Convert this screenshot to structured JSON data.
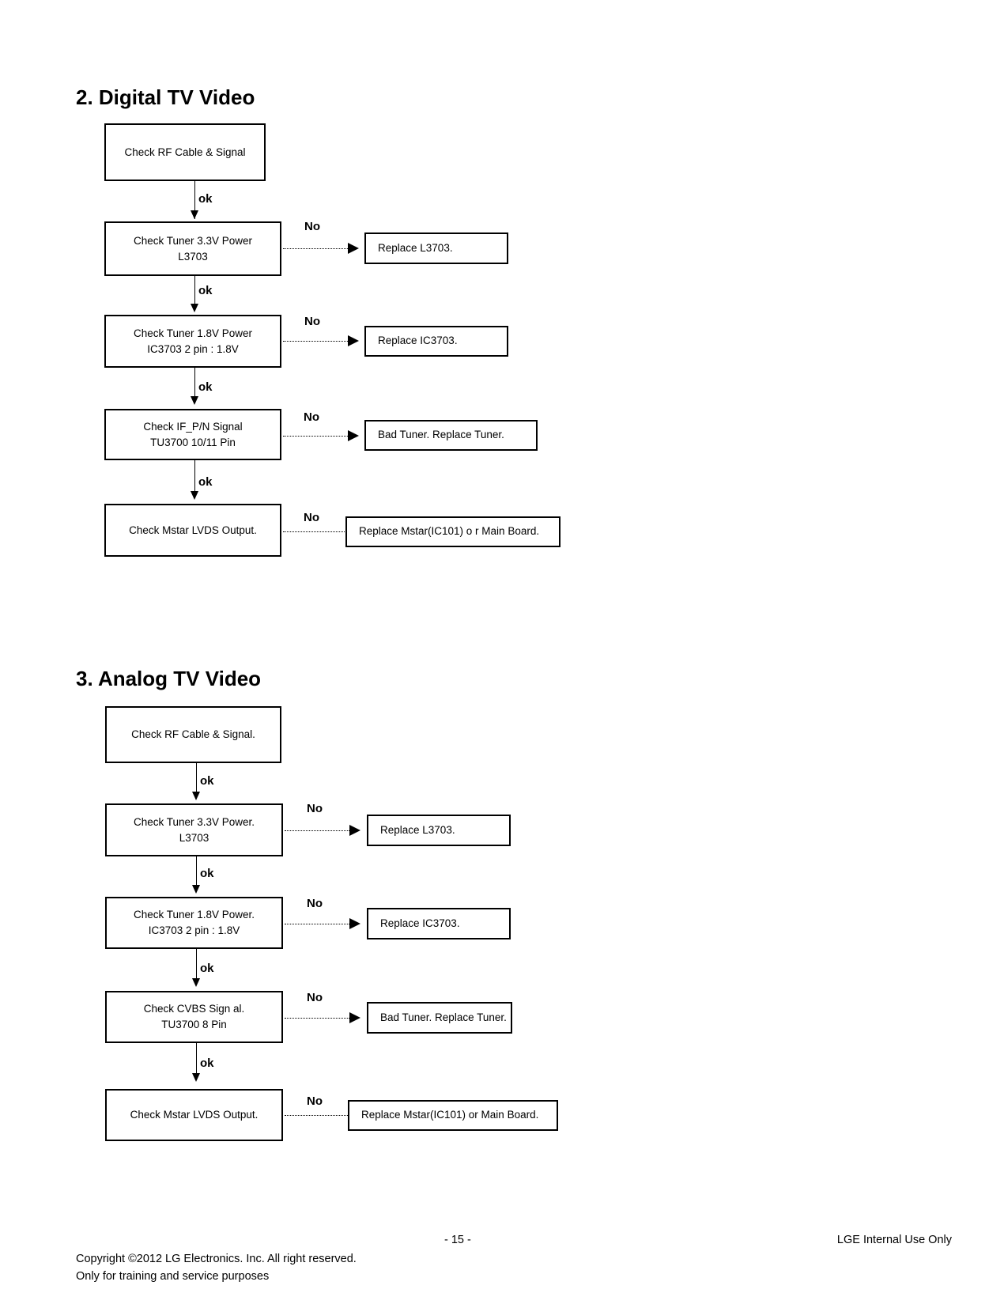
{
  "page": {
    "number_label": "- 15 -"
  },
  "sections": [
    {
      "id": "digital-tv-video",
      "heading": "2. Digital TV Video",
      "steps": [
        {
          "check_line1": "Check RF Cable & Signal",
          "check_line2": "",
          "ok_label": "ok",
          "no_label": "",
          "result": ""
        },
        {
          "check_line1": "Check Tuner 3.3V Power",
          "check_line2": "L3703",
          "ok_label": "ok",
          "no_label": "No",
          "result": "Replace L3703."
        },
        {
          "check_line1": "Check Tuner 1.8V Power",
          "check_line2": "IC3703  2 pin : 1.8V",
          "ok_label": "ok",
          "no_label": "No",
          "result": "Replace IC3703."
        },
        {
          "check_line1": "Check  IF_P/N Signal",
          "check_line2": "TU3700 10/11  Pin",
          "ok_label": "ok",
          "no_label": "No",
          "result": "Bad Tuner. Replace Tuner."
        },
        {
          "check_line1": "Check Mstar LVDS Output.",
          "check_line2": "",
          "ok_label": "",
          "no_label": "No",
          "result": "Replace Mstar(IC101) o r Main Board."
        }
      ]
    },
    {
      "id": "analog-tv-video",
      "heading": "3. Analog TV Video",
      "steps": [
        {
          "check_line1": "Check RF Cable & Signal.",
          "check_line2": "",
          "ok_label": "ok",
          "no_label": "",
          "result": ""
        },
        {
          "check_line1": "Check Tuner 3.3V Power.",
          "check_line2": "L3703",
          "ok_label": "ok",
          "no_label": "No",
          "result": "Replace L3703."
        },
        {
          "check_line1": "Check Tuner 1.8V Power.",
          "check_line2": "IC3703 2 pin : 1.8V",
          "ok_label": "ok",
          "no_label": "No",
          "result": "Replace IC3703."
        },
        {
          "check_line1": "Check  CVBS Sign al.",
          "check_line2": "TU3700 8  Pin",
          "ok_label": "ok",
          "no_label": "No",
          "result": "Bad Tuner. Replace Tuner."
        },
        {
          "check_line1": "Check Mstar LVDS Output.",
          "check_line2": "",
          "ok_label": "",
          "no_label": "No",
          "result": "Replace Mstar(IC101) or Main Board."
        }
      ]
    }
  ],
  "footer": {
    "copyright_line1": "Copyright ©2012 LG Electronics. Inc. All right reserved.",
    "copyright_line2": "Only for training and service purposes",
    "page_number": "- 15 -",
    "classification": "LGE Internal Use Only"
  }
}
